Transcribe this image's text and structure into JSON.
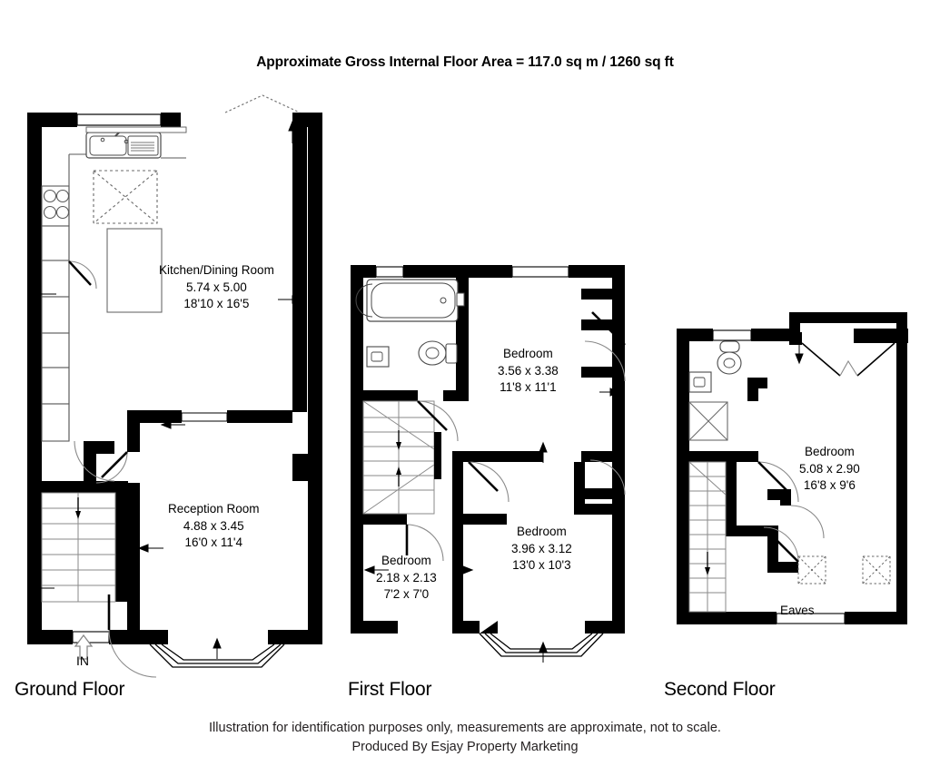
{
  "document": {
    "title": "Approximate Gross Internal Floor Area = 117.0 sq m / 1260 sq ft",
    "area_sq_m": "117.0",
    "area_sq_ft": "1260"
  },
  "floors": [
    {
      "id": "ground",
      "label": "Ground Floor",
      "rooms": [
        {
          "name": "Kitchen/Dining Room",
          "metric": "5.74 x 5.00",
          "imperial": "18'10 x 16'5"
        },
        {
          "name": "Reception Room",
          "metric": "4.88 x 3.45",
          "imperial": "16'0 x 11'4"
        }
      ],
      "markers": [
        {
          "name": "entrance",
          "label": "IN"
        }
      ]
    },
    {
      "id": "first",
      "label": "First Floor",
      "rooms": [
        {
          "name": "Bedroom",
          "metric": "3.56 x 3.38",
          "imperial": "11'8 x 11'1"
        },
        {
          "name": "Bedroom",
          "metric": "3.96 x 3.12",
          "imperial": "13'0 x 10'3"
        },
        {
          "name": "Bedroom",
          "metric": "2.18 x 2.13",
          "imperial": "7'2 x 7'0"
        }
      ],
      "markers": []
    },
    {
      "id": "second",
      "label": "Second Floor",
      "rooms": [
        {
          "name": "Bedroom",
          "metric": "5.08 x 2.90",
          "imperial": "16'8 x 9'6"
        }
      ],
      "markers": [
        {
          "name": "eaves",
          "label": "Eaves"
        }
      ]
    }
  ],
  "footer": {
    "line1": "Illustration for identification purposes only, measurements are approximate, not to scale.",
    "line2": "Produced By Esjay Property Marketing"
  },
  "colors": {
    "wall": "#000000",
    "background": "#ffffff",
    "fixture_line": "#555555",
    "text": "#000000"
  }
}
